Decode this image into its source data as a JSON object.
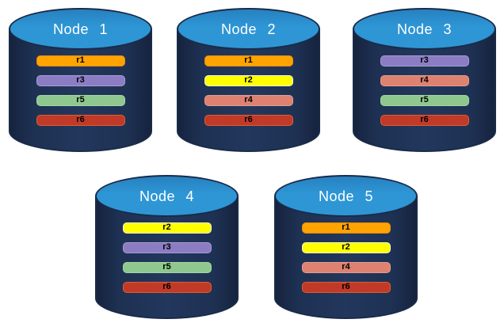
{
  "diagram": {
    "description": "Five database node cylinders showing replica placement",
    "nodes": [
      {
        "label": "Node 1",
        "replicas": [
          "r1",
          "r3",
          "r5",
          "r6"
        ]
      },
      {
        "label": "Node 2",
        "replicas": [
          "r1",
          "r2",
          "r4",
          "r6"
        ]
      },
      {
        "label": "Node 3",
        "replicas": [
          "r3",
          "r4",
          "r5",
          "r6"
        ]
      },
      {
        "label": "Node 4",
        "replicas": [
          "r2",
          "r3",
          "r5",
          "r6"
        ]
      },
      {
        "label": "Node 5",
        "replicas": [
          "r1",
          "r2",
          "r4",
          "r6"
        ]
      }
    ],
    "replica_colors": {
      "r1": {
        "fill": "#FFA301",
        "border": "#EE9006"
      },
      "r2": {
        "fill": "#FFFF00",
        "border": "#FBFBC8"
      },
      "r3": {
        "fill": "#8C7CC4",
        "border": "#A89CD3"
      },
      "r4": {
        "fill": "#DD8171",
        "border": "#E69C8D"
      },
      "r5": {
        "fill": "#8EC88E",
        "border": "#A5D5A2"
      },
      "r6": {
        "fill": "#C13A28",
        "border": "#DB5E33"
      }
    },
    "colors": {
      "background": "#FFFFFF",
      "cylinder_body": "#1E3153",
      "cylinder_body_light": "#22375C",
      "cylinder_body_dark": "#16233E",
      "cylinder_top": "#2E96D5",
      "cylinder_outline": "#1A2B4A",
      "node_label_text": "#FFFFFF",
      "replica_label_text": "#000000"
    }
  }
}
